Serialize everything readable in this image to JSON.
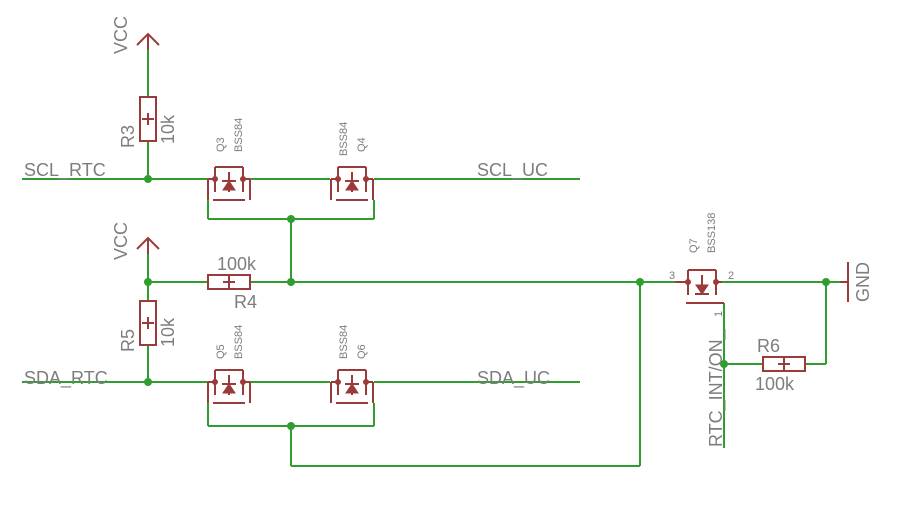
{
  "nets": {
    "scl_rtc": "SCL_RTC",
    "scl_uc": "SCL_UC",
    "sda_rtc": "SDA_RTC",
    "sda_uc": "SDA_UC",
    "rtc_int": "RTC_INT/ON_",
    "vcc": "VCC",
    "gnd": "GND"
  },
  "resistors": {
    "r3": {
      "name": "R3",
      "value": "10k"
    },
    "r4": {
      "name": "R4",
      "value": "100k"
    },
    "r5": {
      "name": "R5",
      "value": "10k"
    },
    "r6": {
      "name": "R6",
      "value": "100k"
    }
  },
  "transistors": {
    "q3": {
      "name": "Q3",
      "part": "BSS84"
    },
    "q4": {
      "name": "Q4",
      "part": "BSS84"
    },
    "q5": {
      "name": "Q5",
      "part": "BSS84"
    },
    "q6": {
      "name": "Q6",
      "part": "BSS84"
    },
    "q7": {
      "name": "Q7",
      "part": "BSS138",
      "pin_source": "3",
      "pin_drain": "2",
      "pin_gate": "1"
    }
  },
  "colors": {
    "wire": "#2f9e2f",
    "part": "#9b3a3a",
    "label": "#7d7d7d"
  }
}
